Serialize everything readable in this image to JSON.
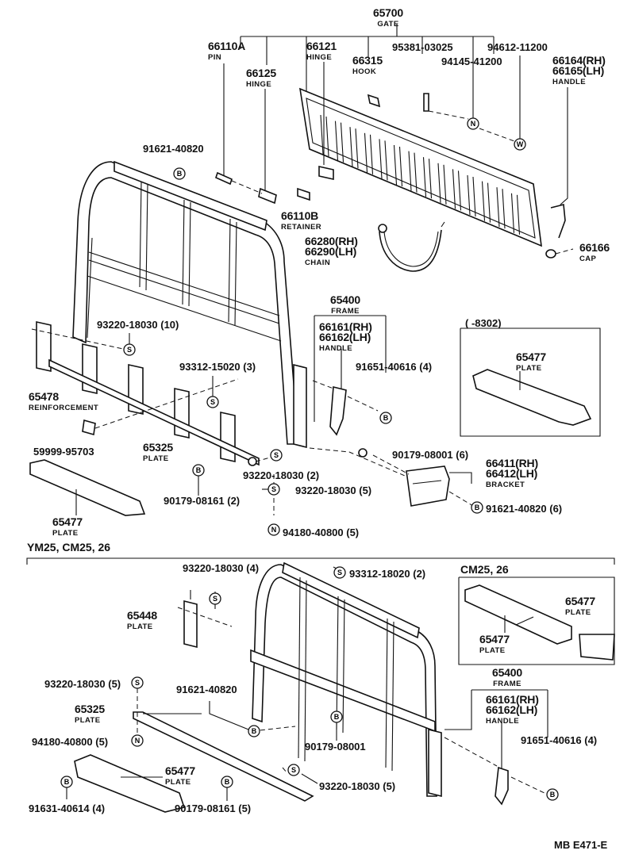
{
  "diagram": {
    "reference": "MB  E471-E",
    "sections": {
      "lower_variant": "YM25, CM25, 26",
      "inset_dated": "(      -8302)",
      "inset_cm": "CM25, 26"
    },
    "symbols": {
      "B": "B",
      "S": "S",
      "N": "N",
      "W": "W"
    },
    "parts": {
      "p65700": {
        "pn": "65700",
        "name": "GATE"
      },
      "p66110A": {
        "pn": "66110A",
        "name": "PIN"
      },
      "p66121": {
        "pn": "66121",
        "name": "HINGE"
      },
      "p95381": {
        "pn": "95381-03025"
      },
      "p94612": {
        "pn": "94612-11200"
      },
      "p66125": {
        "pn": "66125",
        "name": "HINGE"
      },
      "p66315": {
        "pn": "66315",
        "name": "HOOK"
      },
      "p94145": {
        "pn": "94145-41200"
      },
      "p66164": {
        "pn": "66164(RH)",
        "pn2": "66165(LH)",
        "name": "HANDLE"
      },
      "p91621a": {
        "pn": "91621-40820"
      },
      "p66110B": {
        "pn": "66110B",
        "name": "RETAINER"
      },
      "p66280": {
        "pn": "66280(RH)",
        "pn2": "66290(LH)",
        "name": "CHAIN"
      },
      "p66166": {
        "pn": "66166",
        "name": "CAP"
      },
      "p65400a": {
        "pn": "65400",
        "name": "FRAME"
      },
      "p66161a": {
        "pn": "66161(RH)",
        "pn2": "66162(LH)",
        "name": "HANDLE"
      },
      "p93220a": {
        "pn": "93220-18030 (10)"
      },
      "p93312a": {
        "pn": "93312-15020 (3)"
      },
      "p91651a": {
        "pn": "91651-40616 (4)"
      },
      "p65477a": {
        "pn": "65477",
        "name": "PLATE"
      },
      "p65478": {
        "pn": "65478",
        "name": "REINFORCEMENT"
      },
      "p59999": {
        "pn": "59999-95703"
      },
      "p65325a": {
        "pn": "65325",
        "name": "PLATE"
      },
      "p90179a": {
        "pn": "90179-08001 (6)"
      },
      "p93220b": {
        "pn": "93220-18030 (2)"
      },
      "p66411": {
        "pn": "66411(RH)",
        "pn2": "66412(LH)",
        "name": "BRACKET"
      },
      "p90179b": {
        "pn": "90179-08161 (2)"
      },
      "p93220c": {
        "pn": "93220-18030 (5)"
      },
      "p91621b": {
        "pn": "91621-40820 (6)"
      },
      "p65477b": {
        "pn": "65477",
        "name": "PLATE"
      },
      "p94180a": {
        "pn": "94180-40800 (5)"
      },
      "p93220d": {
        "pn": "93220-18030 (4)"
      },
      "p93312b": {
        "pn": "93312-18020 (2)"
      },
      "p65448": {
        "pn": "65448",
        "name": "PLATE"
      },
      "p65477c": {
        "pn": "65477",
        "name": "PLATE"
      },
      "p65477d": {
        "pn": "65477",
        "name": "PLATE"
      },
      "p93220e": {
        "pn": "93220-18030 (5)"
      },
      "p91621c": {
        "pn": "91621-40820"
      },
      "p65400b": {
        "pn": "65400",
        "name": "FRAME"
      },
      "p66161b": {
        "pn": "66161(RH)",
        "pn2": "66162(LH)",
        "name": "HANDLE"
      },
      "p65325b": {
        "pn": "65325",
        "name": "PLATE"
      },
      "p94180b": {
        "pn": "94180-40800 (5)"
      },
      "p90179c": {
        "pn": "90179-08001"
      },
      "p91651b": {
        "pn": "91651-40616 (4)"
      },
      "p65477e": {
        "pn": "65477",
        "name": "PLATE"
      },
      "p93220f": {
        "pn": "93220-18030 (5)"
      },
      "p91631": {
        "pn": "91631-40614 (4)"
      },
      "p90179d": {
        "pn": "90179-08161 (5)"
      }
    }
  }
}
